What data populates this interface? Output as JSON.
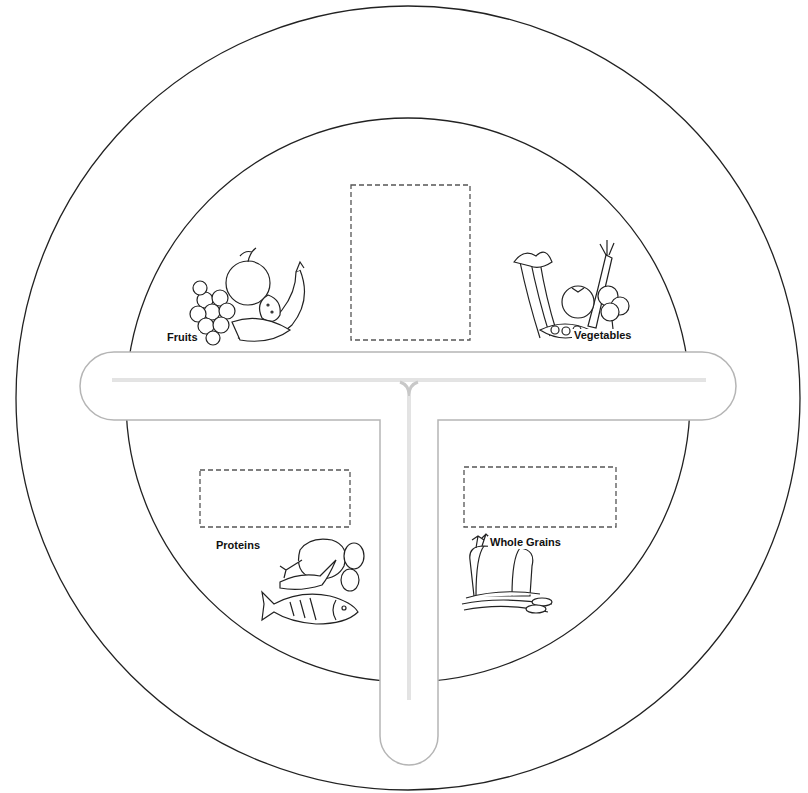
{
  "diagram": {
    "labels": [
      "Fruits",
      "Vegetables",
      "Proteins",
      "Whole Grains"
    ]
  }
}
